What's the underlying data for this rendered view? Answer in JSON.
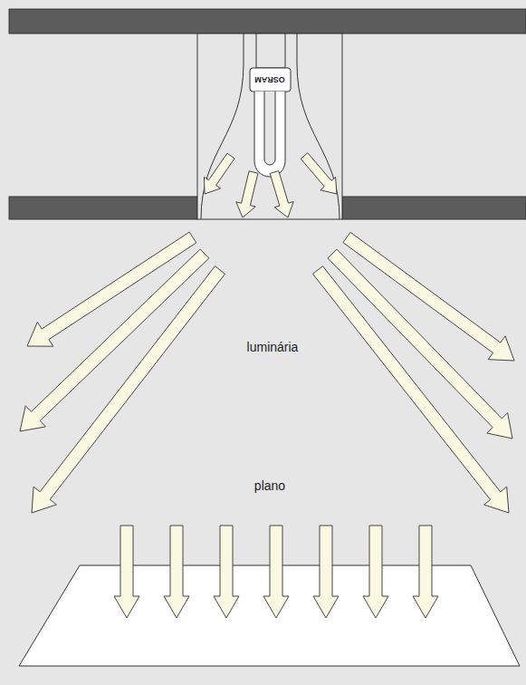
{
  "diagram": {
    "labels": [
      "OSRAM",
      "luminária",
      "plano"
    ]
  }
}
